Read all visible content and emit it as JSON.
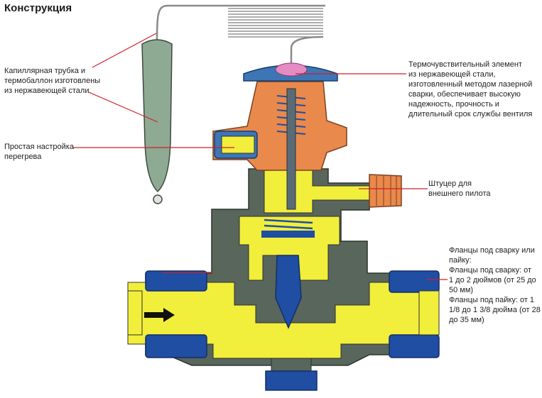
{
  "title": "Конструкция",
  "labels": {
    "capillary": [
      "Капиллярная трубка и",
      "термобаллон изготовлены",
      "из нержавеющей стали"
    ],
    "superheat": [
      "Простая настройка",
      "перегрева"
    ],
    "element": [
      "Термочувствительный элемент",
      "из нержавеющей стали,",
      "изготовленный методом лазерной",
      "сварки, обеспечивает высокую",
      "надежность, прочность и",
      "длительный срок службы вентиля"
    ],
    "pilot": [
      "Штуцер для",
      "внешнего пилота"
    ],
    "flanges": [
      "Фланцы под сварку или",
      "пайку:",
      "Фланцы под сварку: от",
      "1 до 2 дюймов (от 25 до",
      "50 мм)",
      "Фланцы под пайку: от 1",
      "1/8 до 1 3/8 дюйма (от 28",
      "до 35 мм)"
    ]
  },
  "colors": {
    "body": "#58665c",
    "flow": "#f2ee3c",
    "blue": "#1f4ea3",
    "orange": "#e9894b",
    "bulb": "#8faa93",
    "diaphragm": "#3d76b5",
    "pink": "#e58cc4",
    "leader": "#d21f2a"
  }
}
